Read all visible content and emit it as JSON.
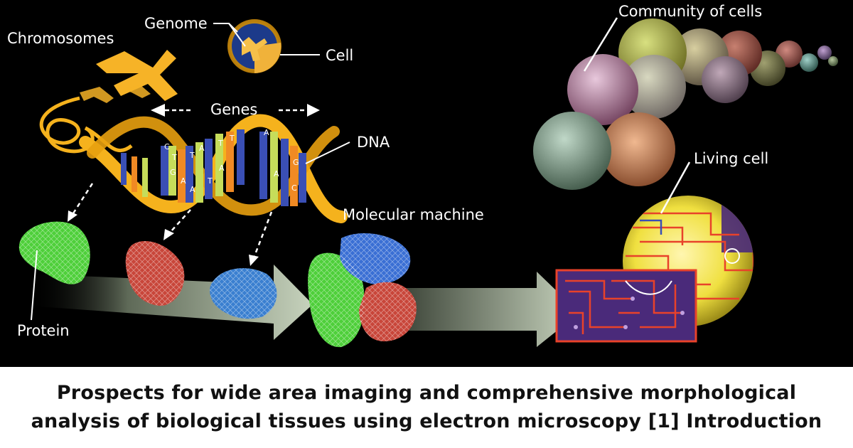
{
  "labels": {
    "chromosomes": "Chromosomes",
    "genome": "Genome",
    "cell": "Cell",
    "genes": "Genes",
    "dna": "DNA",
    "molecular_machine": "Molecular machine",
    "protein": "Protein",
    "community_of_cells": "Community of cells",
    "living_cell": "Living cell"
  },
  "dna_bases": {
    "top": [
      "C",
      "T",
      "T",
      "A",
      "T",
      "T",
      "A",
      "G"
    ],
    "bottom": [
      "G",
      "A",
      "A",
      "T",
      "A",
      "A",
      "C"
    ]
  },
  "caption": {
    "line1": "Prospects for wide area imaging and comprehensive morphological",
    "line2": "analysis of biological tissues using electron microscopy [1] Introduction"
  },
  "colors": {
    "background": "#000000",
    "dna_gold": "#f5b21d",
    "base_blue": "#3a4fb5",
    "base_green": "#c6dd5a",
    "base_orange": "#f08a24",
    "protein_green": "#4ecf3a",
    "protein_red": "#d43a2f",
    "protein_blue": "#3a6fd4",
    "circuit_red": "#e8422a",
    "circuit_purple": "#4a2a7a",
    "caption_text": "#111111"
  }
}
